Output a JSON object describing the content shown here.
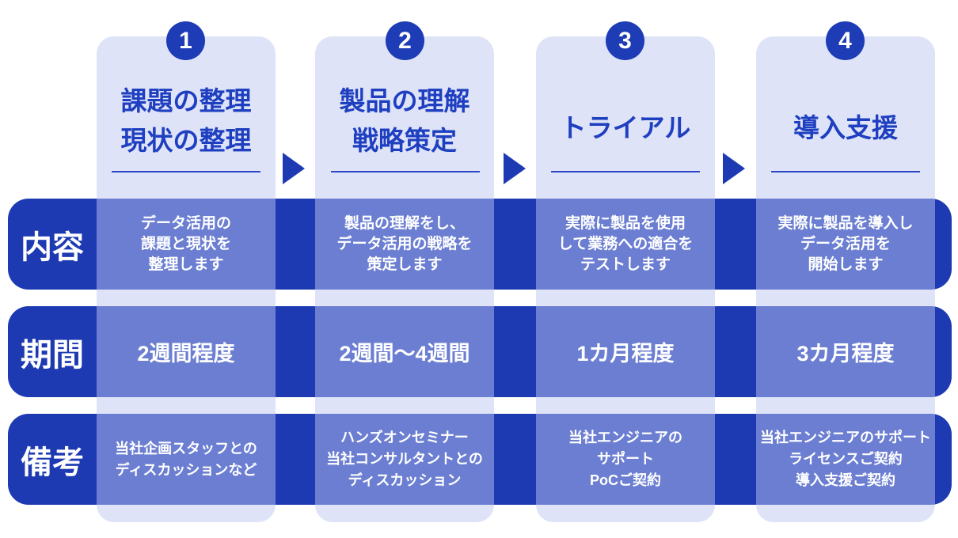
{
  "diagram": {
    "type": "process-flow-table",
    "language": "ja",
    "colors": {
      "dark_blue": "#1d3ab3",
      "medium_blue_cell": "#6b7ecf",
      "light_lavender_column": "#dfe3f8",
      "title_blue": "#1e3fc0",
      "text_white": "#ffffff",
      "background": "#ffffff"
    },
    "row_headers": [
      {
        "label": "内容"
      },
      {
        "label": "期間"
      },
      {
        "label": "備考"
      }
    ],
    "steps": [
      {
        "number": "1",
        "title_lines": [
          "課題の整理",
          "現状の整理"
        ],
        "content_lines": [
          "データ活用の",
          "課題と現状を",
          "整理します"
        ],
        "duration": "2週間程度",
        "notes_lines": [
          "当社企画スタッフとの",
          "ディスカッションなど"
        ]
      },
      {
        "number": "2",
        "title_lines": [
          "製品の理解",
          "戦略策定"
        ],
        "content_lines": [
          "製品の理解をし、",
          "データ活用の戦略を",
          "策定します"
        ],
        "duration": "2週間〜4週間",
        "notes_lines": [
          "ハンズオンセミナー",
          "当社コンサルタントとの",
          "ディスカッション"
        ]
      },
      {
        "number": "3",
        "title_lines": [
          "トライアル"
        ],
        "content_lines": [
          "実際に製品を使用",
          "して業務への適合を",
          "テストします"
        ],
        "duration": "1カ月程度",
        "notes_lines": [
          "当社エンジニアの",
          "サポート",
          "PoCご契約"
        ]
      },
      {
        "number": "4",
        "title_lines": [
          "導入支援"
        ],
        "content_lines": [
          "実際に製品を導入し",
          "データ活用を",
          "開始します"
        ],
        "duration": "3カ月程度",
        "notes_lines": [
          "当社エンジニアのサポート",
          "ライセンスご契約",
          "導入支援ご契約"
        ]
      }
    ],
    "arrow_icon": "▶"
  }
}
